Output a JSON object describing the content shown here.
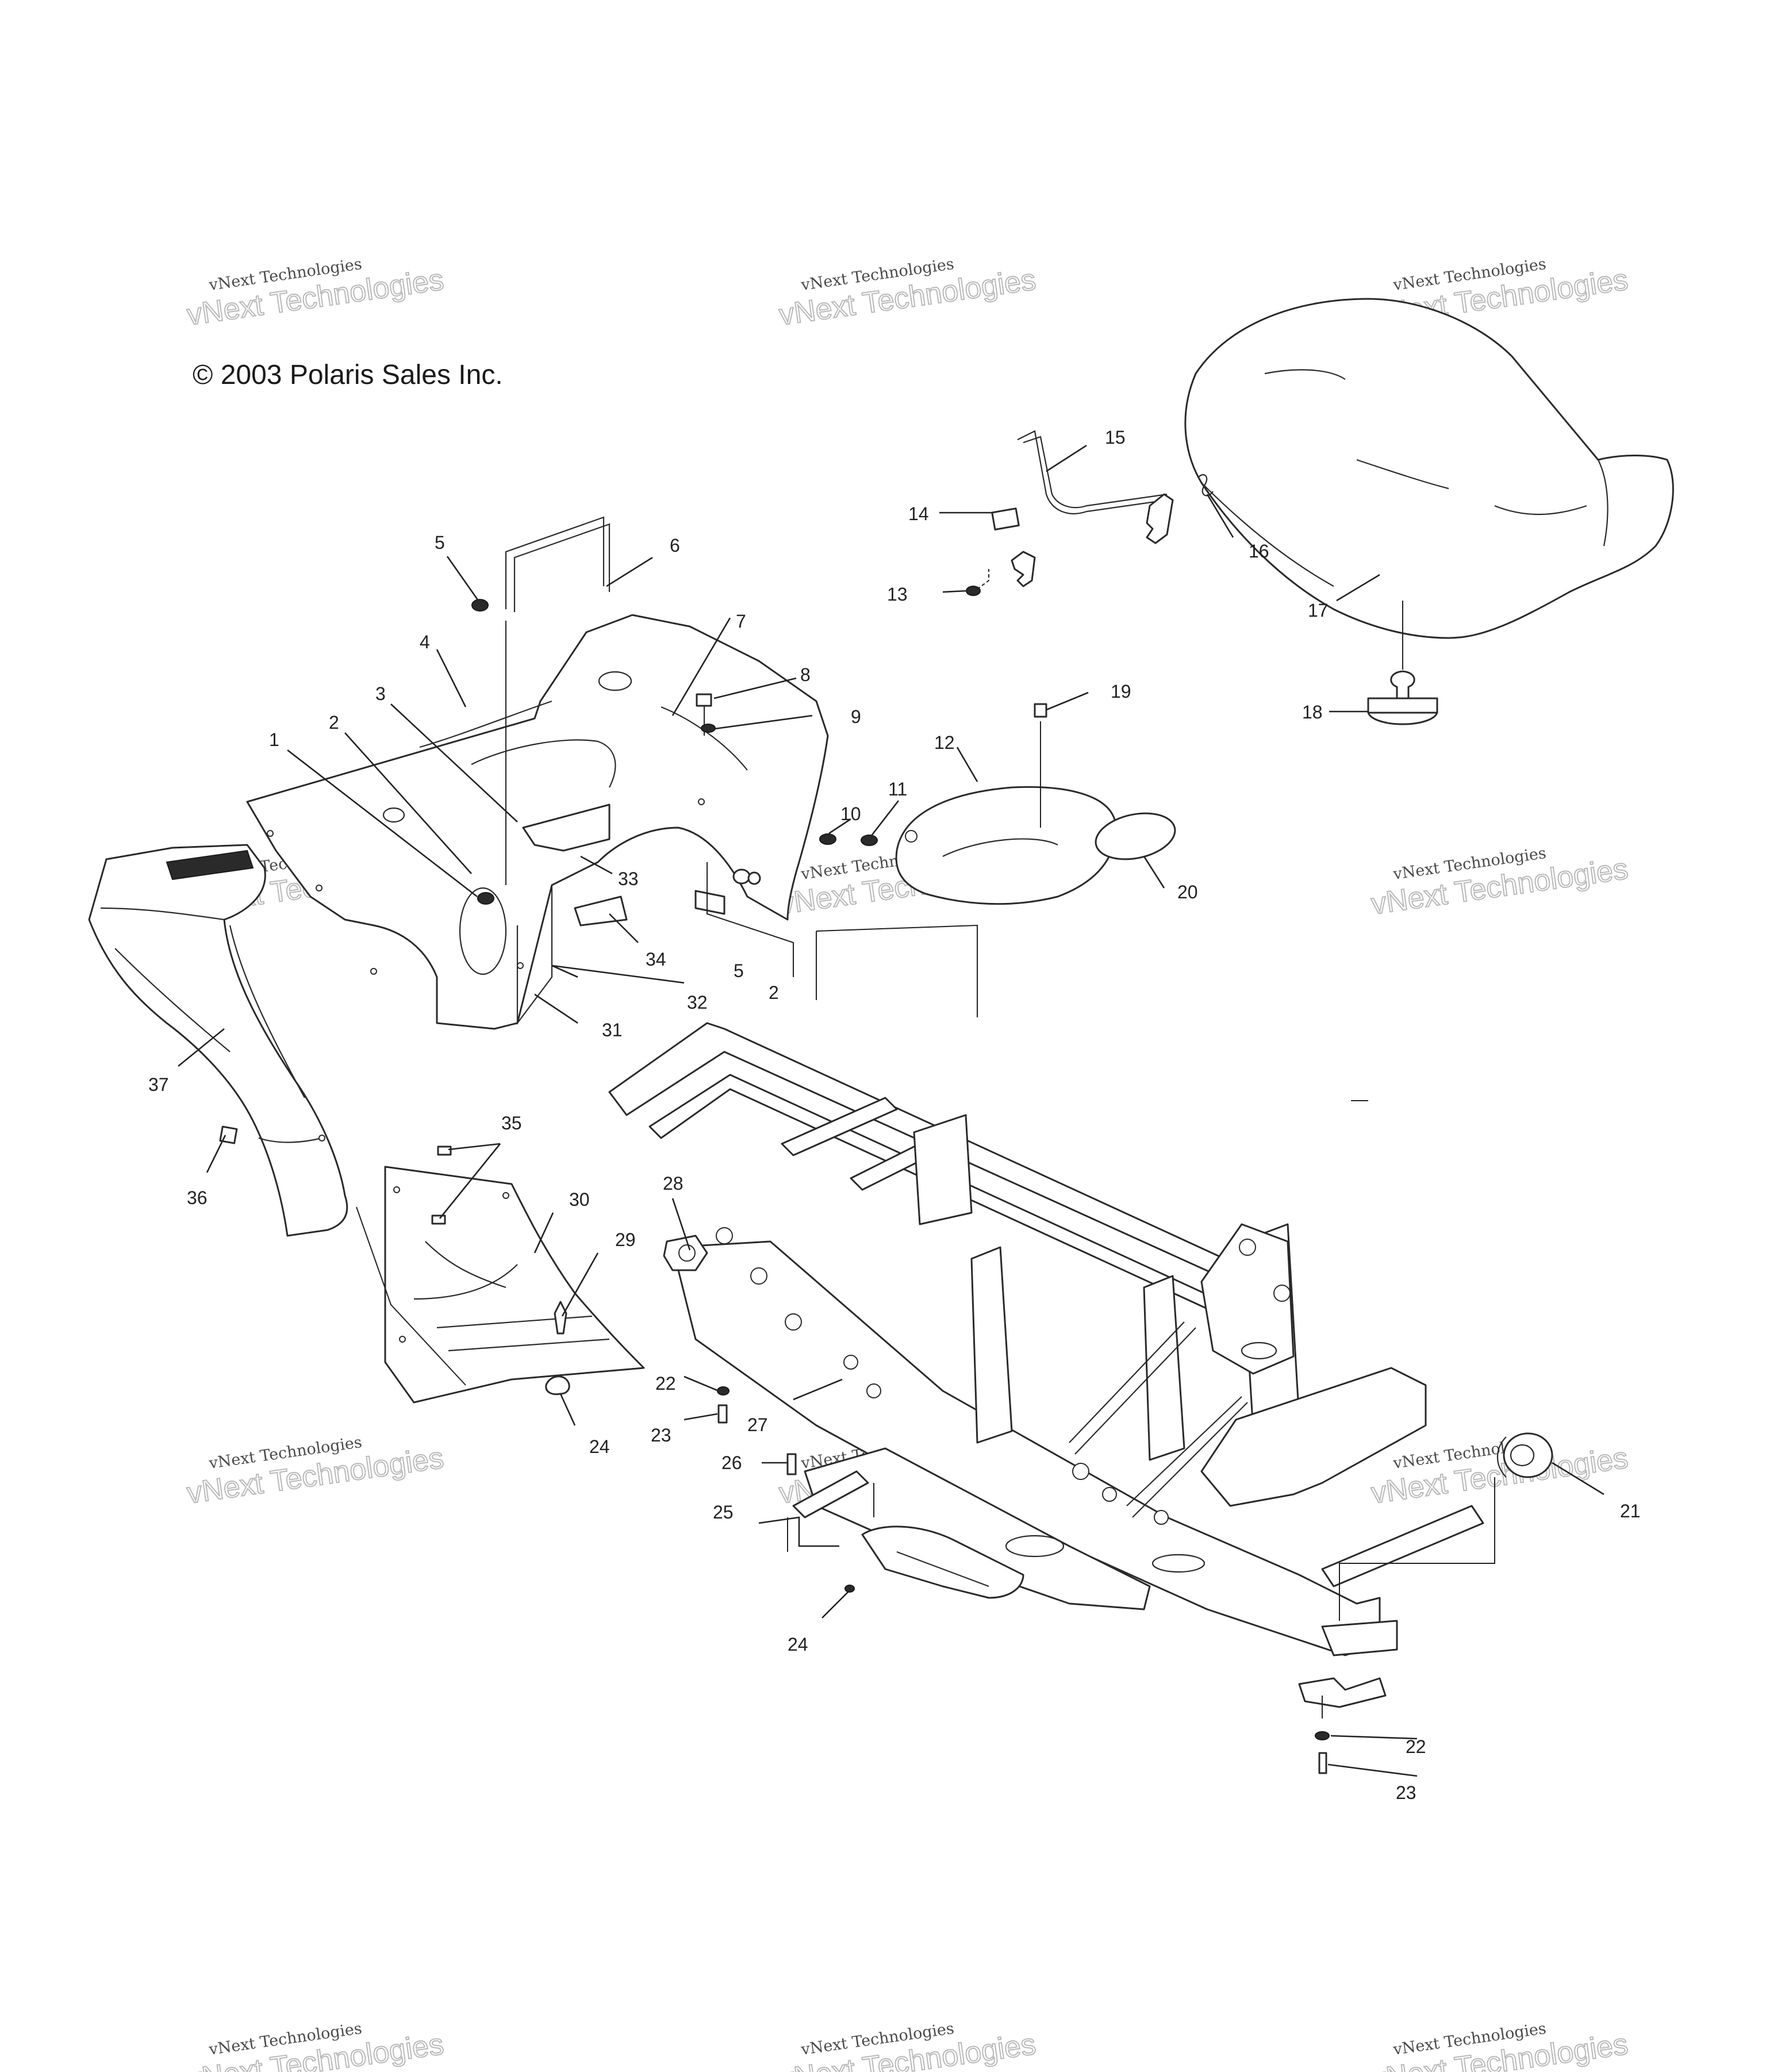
{
  "copyright": "© 2003 Polaris Sales Inc.",
  "watermark": {
    "line1": "vNext Technologies",
    "line2": "vNext Technologies"
  },
  "callouts": [
    {
      "id": "c1",
      "label": "1"
    },
    {
      "id": "c2a",
      "label": "2"
    },
    {
      "id": "c2b",
      "label": "2"
    },
    {
      "id": "c3",
      "label": "3"
    },
    {
      "id": "c4",
      "label": "4"
    },
    {
      "id": "c5a",
      "label": "5"
    },
    {
      "id": "c5b",
      "label": "5"
    },
    {
      "id": "c6",
      "label": "6"
    },
    {
      "id": "c7",
      "label": "7"
    },
    {
      "id": "c8",
      "label": "8"
    },
    {
      "id": "c9",
      "label": "9"
    },
    {
      "id": "c10",
      "label": "10"
    },
    {
      "id": "c11",
      "label": "11"
    },
    {
      "id": "c12",
      "label": "12"
    },
    {
      "id": "c13",
      "label": "13"
    },
    {
      "id": "c14",
      "label": "14"
    },
    {
      "id": "c15",
      "label": "15"
    },
    {
      "id": "c16",
      "label": "16"
    },
    {
      "id": "c17",
      "label": "17"
    },
    {
      "id": "c18",
      "label": "18"
    },
    {
      "id": "c19",
      "label": "19"
    },
    {
      "id": "c20",
      "label": "20"
    },
    {
      "id": "c21",
      "label": "21"
    },
    {
      "id": "c22a",
      "label": "22"
    },
    {
      "id": "c22b",
      "label": "22"
    },
    {
      "id": "c23a",
      "label": "23"
    },
    {
      "id": "c23b",
      "label": "23"
    },
    {
      "id": "c24a",
      "label": "24"
    },
    {
      "id": "c24b",
      "label": "24"
    },
    {
      "id": "c25",
      "label": "25"
    },
    {
      "id": "c26",
      "label": "26"
    },
    {
      "id": "c27",
      "label": "27"
    },
    {
      "id": "c28",
      "label": "28"
    },
    {
      "id": "c29",
      "label": "29"
    },
    {
      "id": "c30",
      "label": "30"
    },
    {
      "id": "c31",
      "label": "31"
    },
    {
      "id": "c32",
      "label": "32"
    },
    {
      "id": "c33",
      "label": "33"
    },
    {
      "id": "c34",
      "label": "34"
    },
    {
      "id": "c35",
      "label": "35"
    },
    {
      "id": "c36",
      "label": "36"
    },
    {
      "id": "c37",
      "label": "37"
    }
  ]
}
